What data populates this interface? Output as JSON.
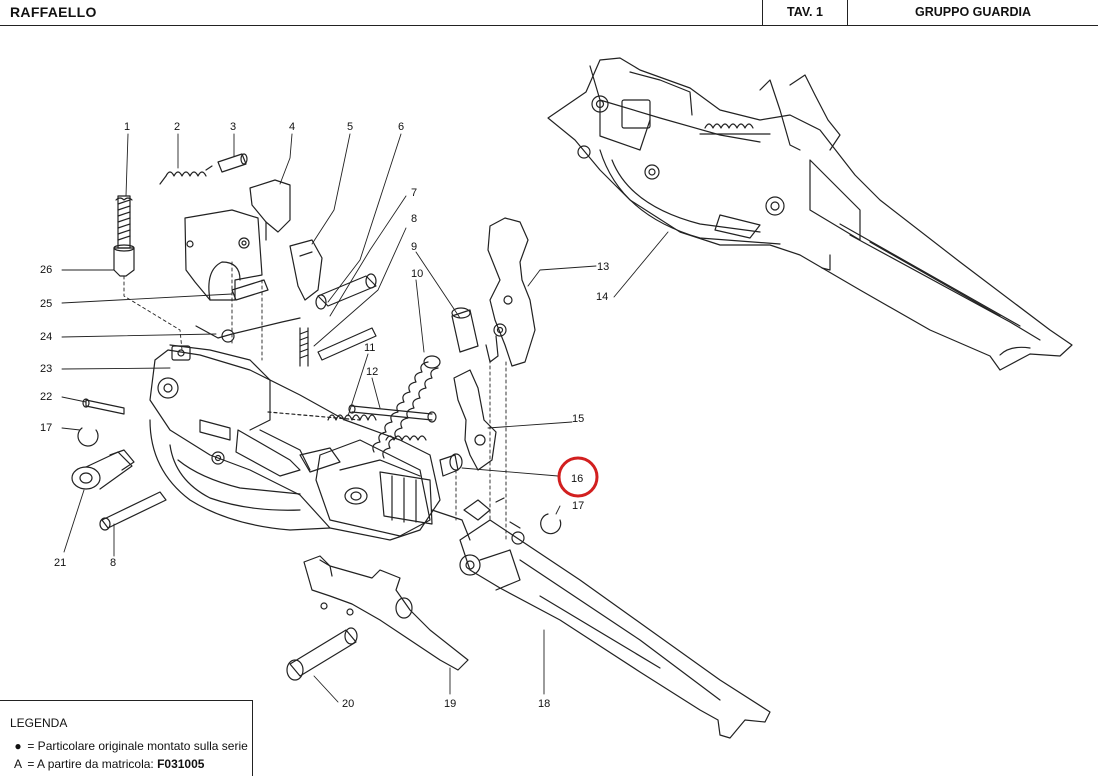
{
  "header": {
    "model": "RAFFAELLO",
    "plate": "TAV. 1",
    "group": "GRUPPO GUARDIA"
  },
  "diagram": {
    "labels": [
      "1",
      "2",
      "3",
      "4",
      "5",
      "6",
      "7",
      "8",
      "9",
      "10",
      "11",
      "12",
      "13",
      "14",
      "15",
      "16",
      "17",
      "17",
      "18",
      "19",
      "20",
      "21",
      "22",
      "23",
      "24",
      "25",
      "26",
      "8"
    ],
    "highlighted_part": "16",
    "highlight_color": "#d21f1f"
  },
  "legend": {
    "title": "LEGENDA",
    "rows": [
      {
        "symbol": "●",
        "text": "= Particolare originale montato sulla serie",
        "bold": ""
      },
      {
        "symbol": "A",
        "text": "= A partire da matricola: ",
        "bold": "F031005"
      }
    ]
  }
}
